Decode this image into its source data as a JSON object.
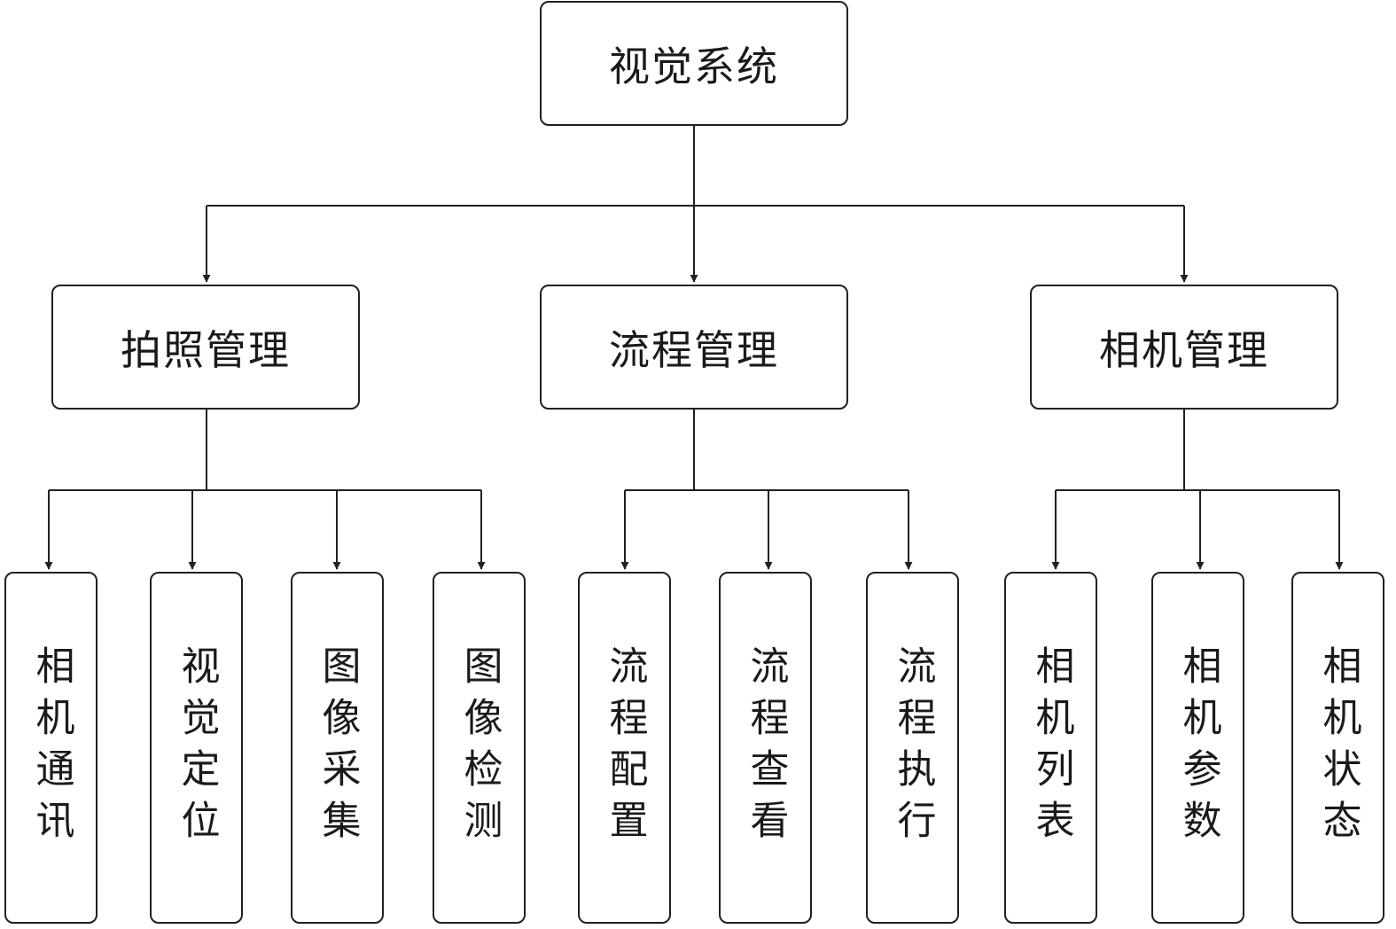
{
  "diagram": {
    "root": {
      "label": "视觉系统"
    },
    "branches": [
      {
        "label": "拍照管理",
        "children": [
          {
            "label": "相机通讯"
          },
          {
            "label": "视觉定位"
          },
          {
            "label": "图像采集"
          },
          {
            "label": "图像检测"
          }
        ]
      },
      {
        "label": "流程管理",
        "children": [
          {
            "label": "流程配置"
          },
          {
            "label": "流程查看"
          },
          {
            "label": "流程执行"
          }
        ]
      },
      {
        "label": "相机管理",
        "children": [
          {
            "label": "相机列表"
          },
          {
            "label": "相机参数"
          },
          {
            "label": "相机状态"
          }
        ]
      }
    ],
    "colors": {
      "line": "#231f20",
      "box_border": "#231f20",
      "background": "#ffffff"
    }
  }
}
